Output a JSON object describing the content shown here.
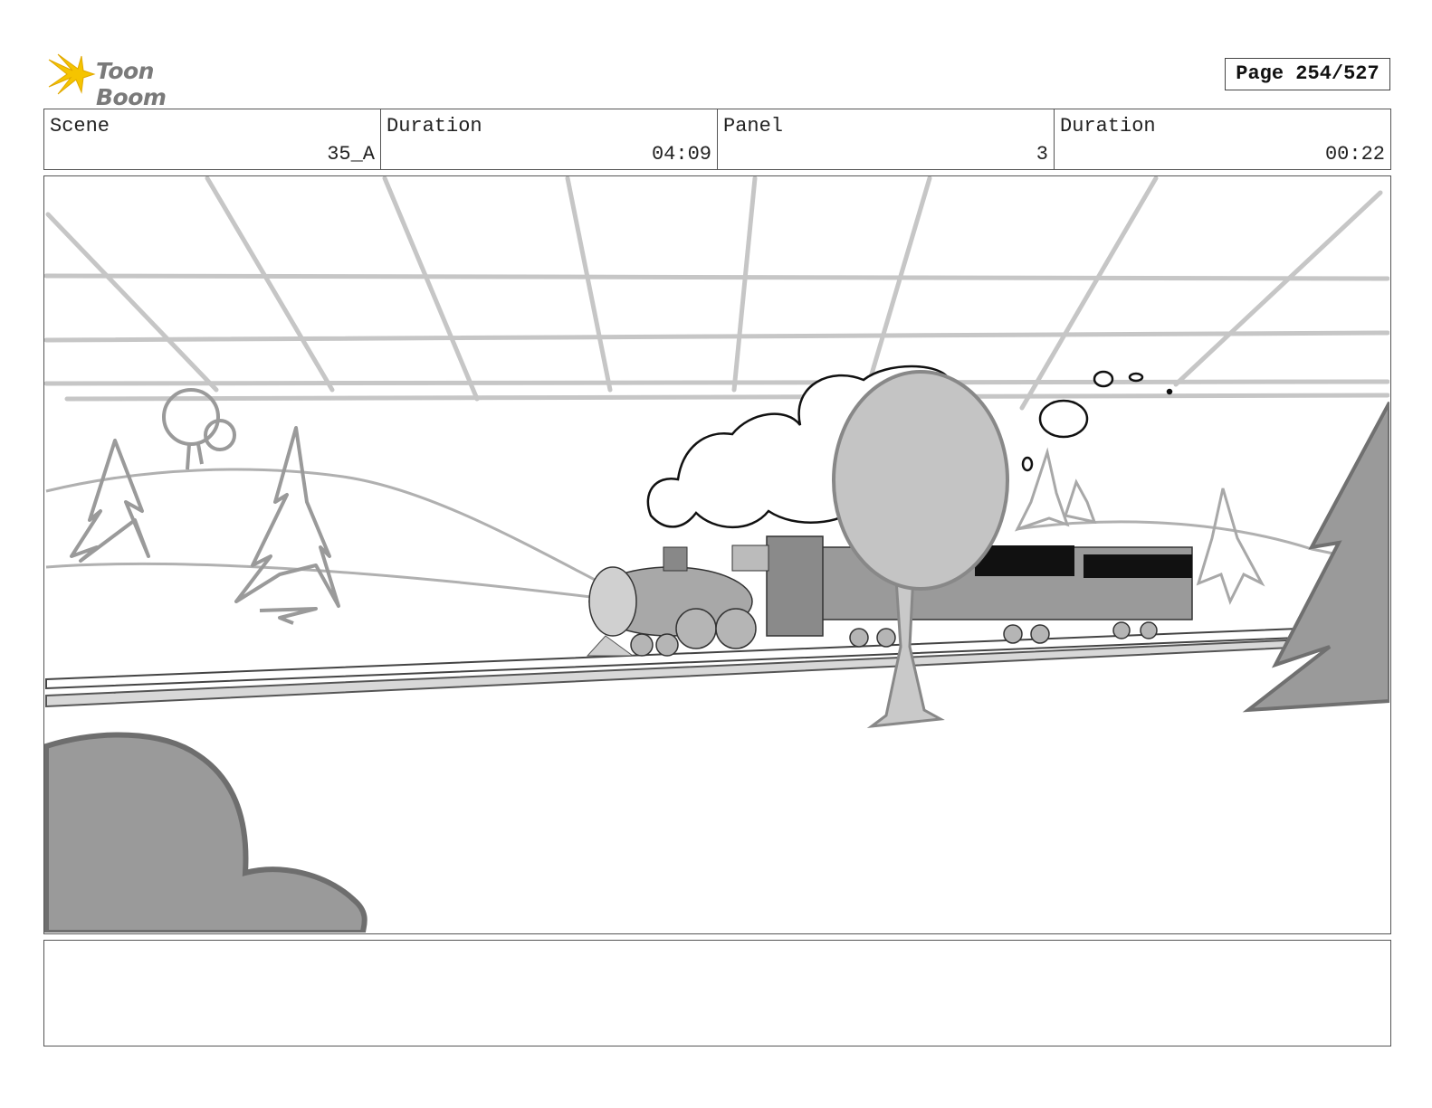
{
  "header": {
    "brand": "Toon Boom",
    "page_label": "Page 254/527"
  },
  "info": {
    "scene_label": "Scene",
    "scene_value": "35_A",
    "scene_duration_label": "Duration",
    "scene_duration_value": "04:09",
    "panel_label": "Panel",
    "panel_value": "3",
    "panel_duration_label": "Duration",
    "panel_duration_value": "00:22"
  },
  "notes": {
    "text": ""
  },
  "colors": {
    "logo_yellow": "#f5c400",
    "sketch_gray": "#bdbdbd",
    "fill_gray": "#9a9a9a"
  }
}
